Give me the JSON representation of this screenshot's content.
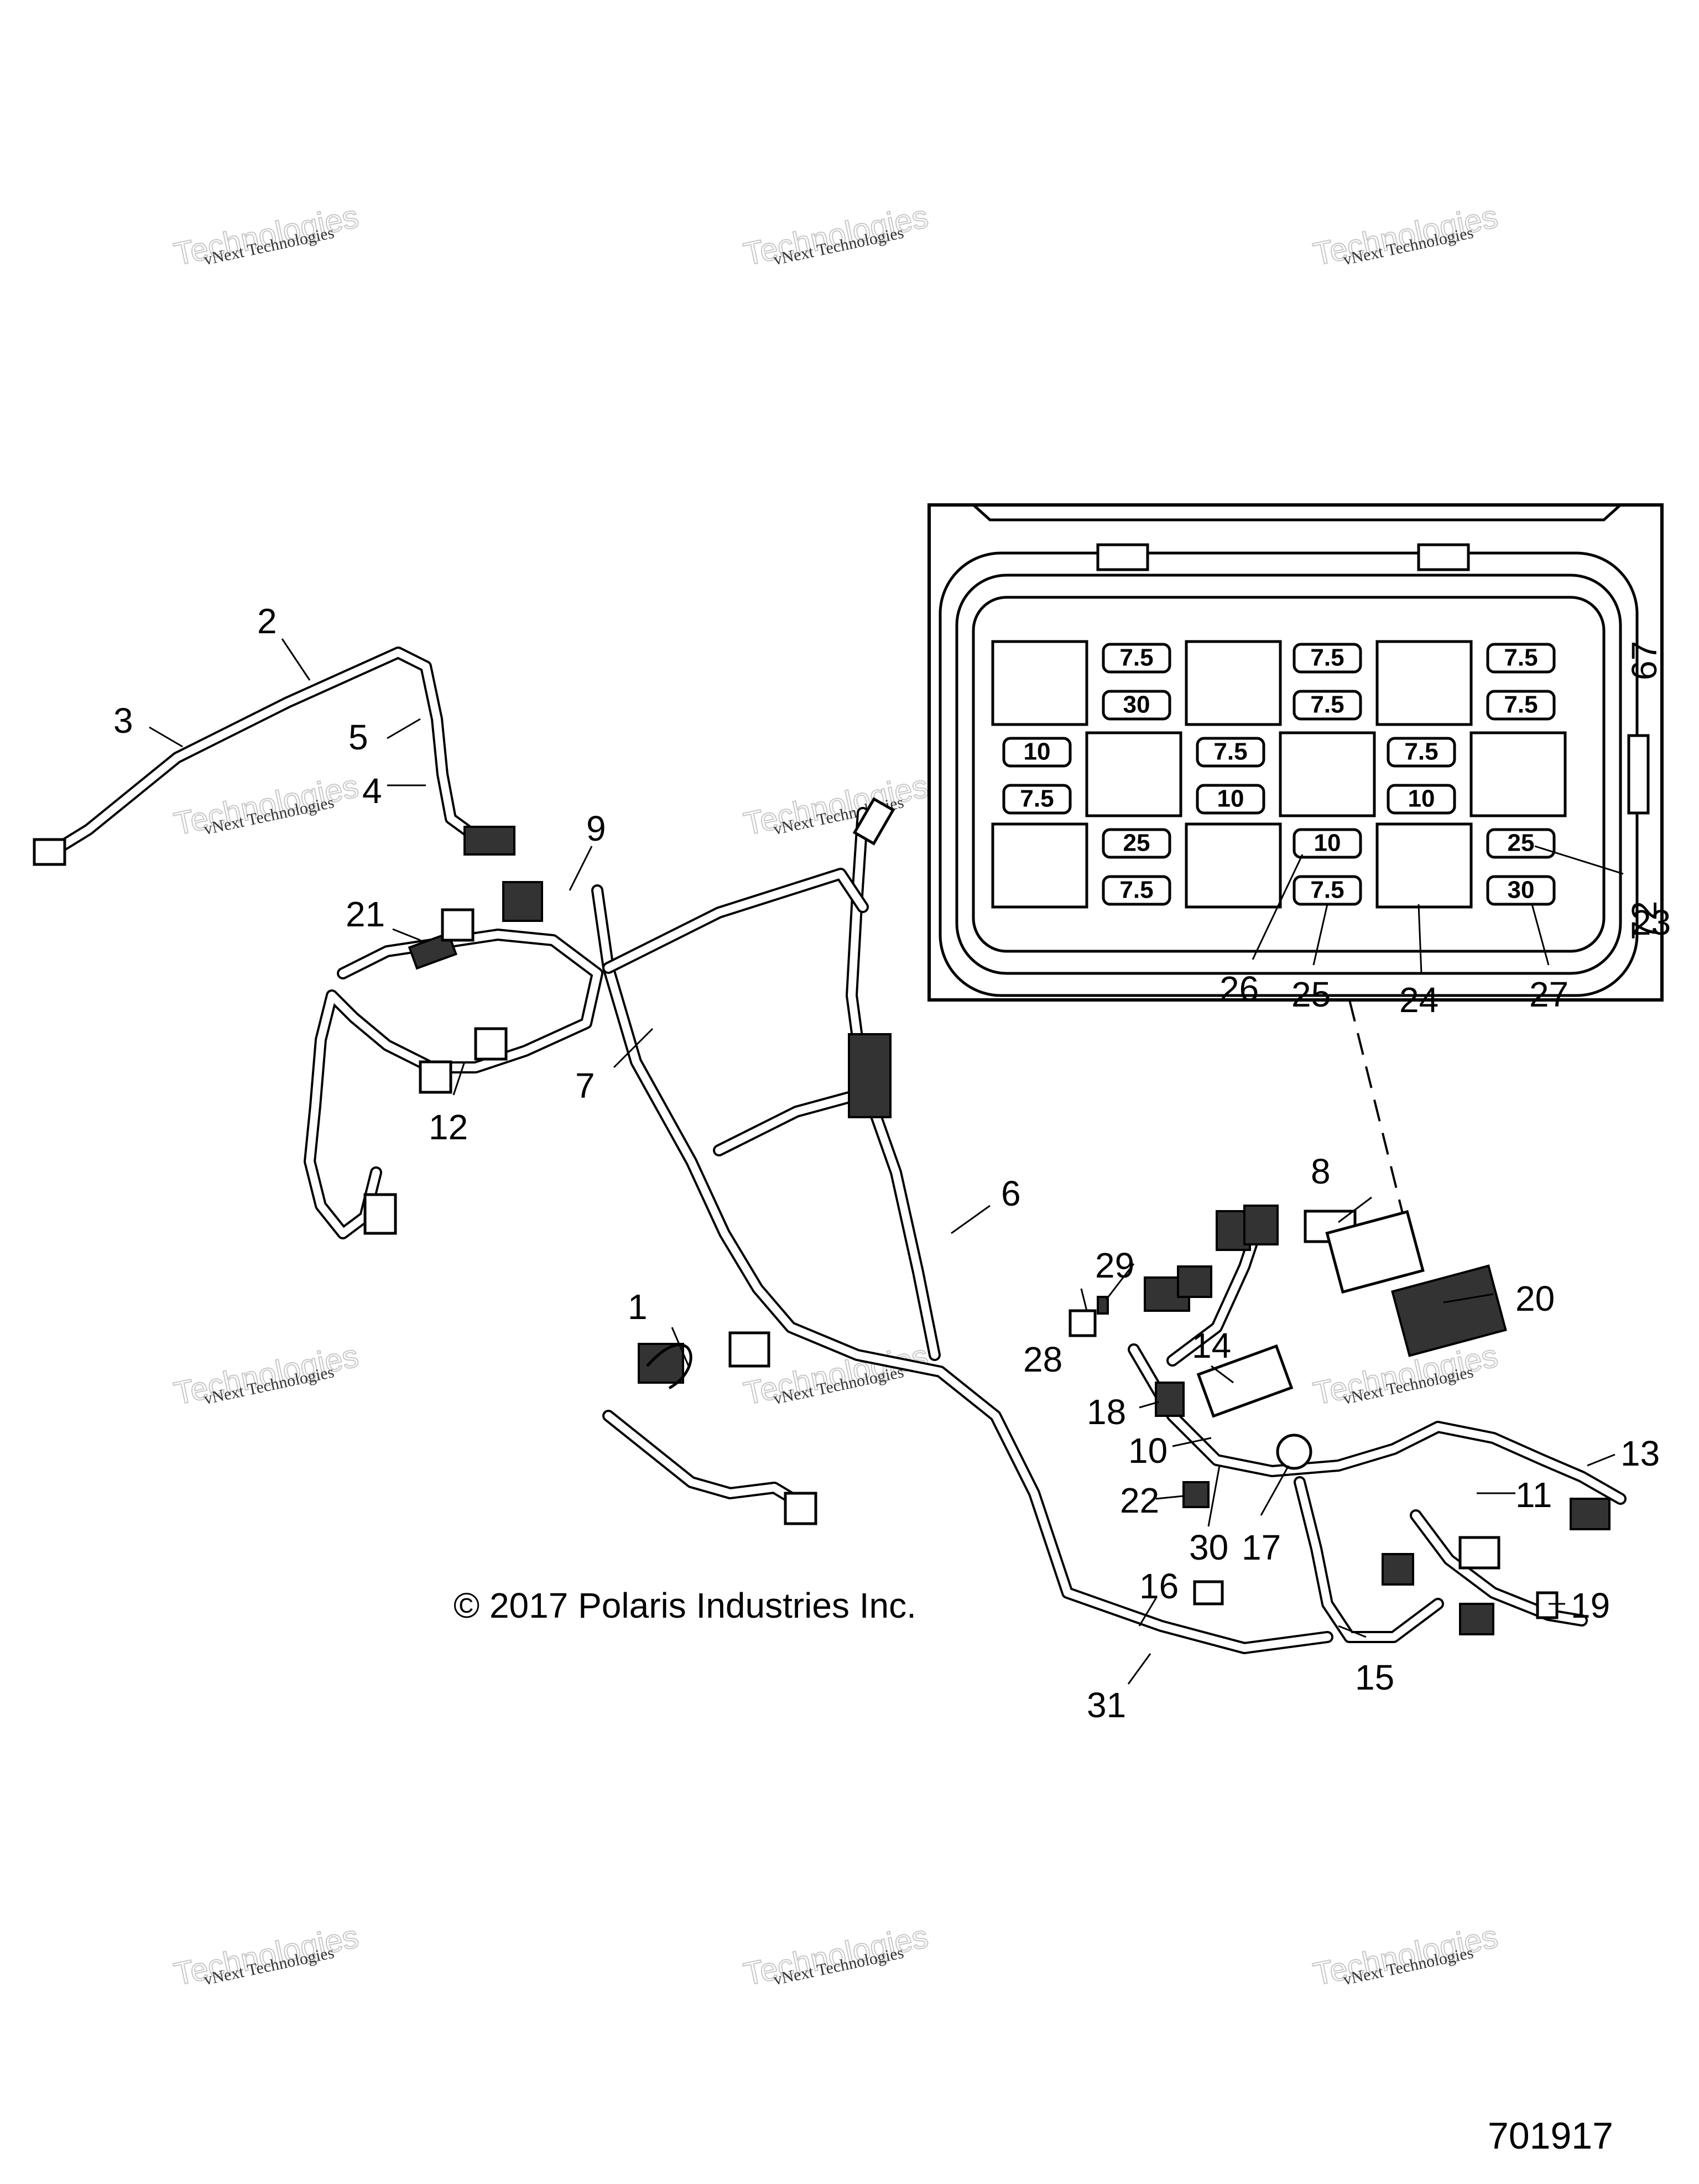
{
  "watermark": {
    "small": "vNext Technologies",
    "big": "Technologies",
    "overlay": "vNext"
  },
  "copyright": "© 2017 Polaris Industries Inc.",
  "figure_number": "701917",
  "fuse_box": {
    "side_labels": [
      "67",
      "72"
    ],
    "row1": [
      "7.5",
      "30",
      "7.5",
      "7.5",
      "7.5",
      "7.5"
    ],
    "row2": [
      "10",
      "7.5",
      "7.5",
      "10",
      "7.5",
      "10"
    ],
    "row3": [
      "25",
      "7.5",
      "10",
      "7.5",
      "25",
      "30"
    ]
  },
  "callouts": {
    "c1": "1",
    "c2": "2",
    "c3": "3",
    "c4": "4",
    "c5": "5",
    "c6": "6",
    "c7": "7",
    "c8": "8",
    "c9": "9",
    "c10": "10",
    "c11": "11",
    "c12": "12",
    "c13": "13",
    "c14": "14",
    "c15": "15",
    "c16": "16",
    "c17": "17",
    "c18": "18",
    "c19": "19",
    "c20": "20",
    "c21": "21",
    "c22": "22",
    "c23": "23",
    "c24": "24",
    "c25": "25",
    "c26": "26",
    "c27": "27",
    "c28": "28",
    "c29": "29",
    "c30": "30",
    "c31": "31"
  }
}
